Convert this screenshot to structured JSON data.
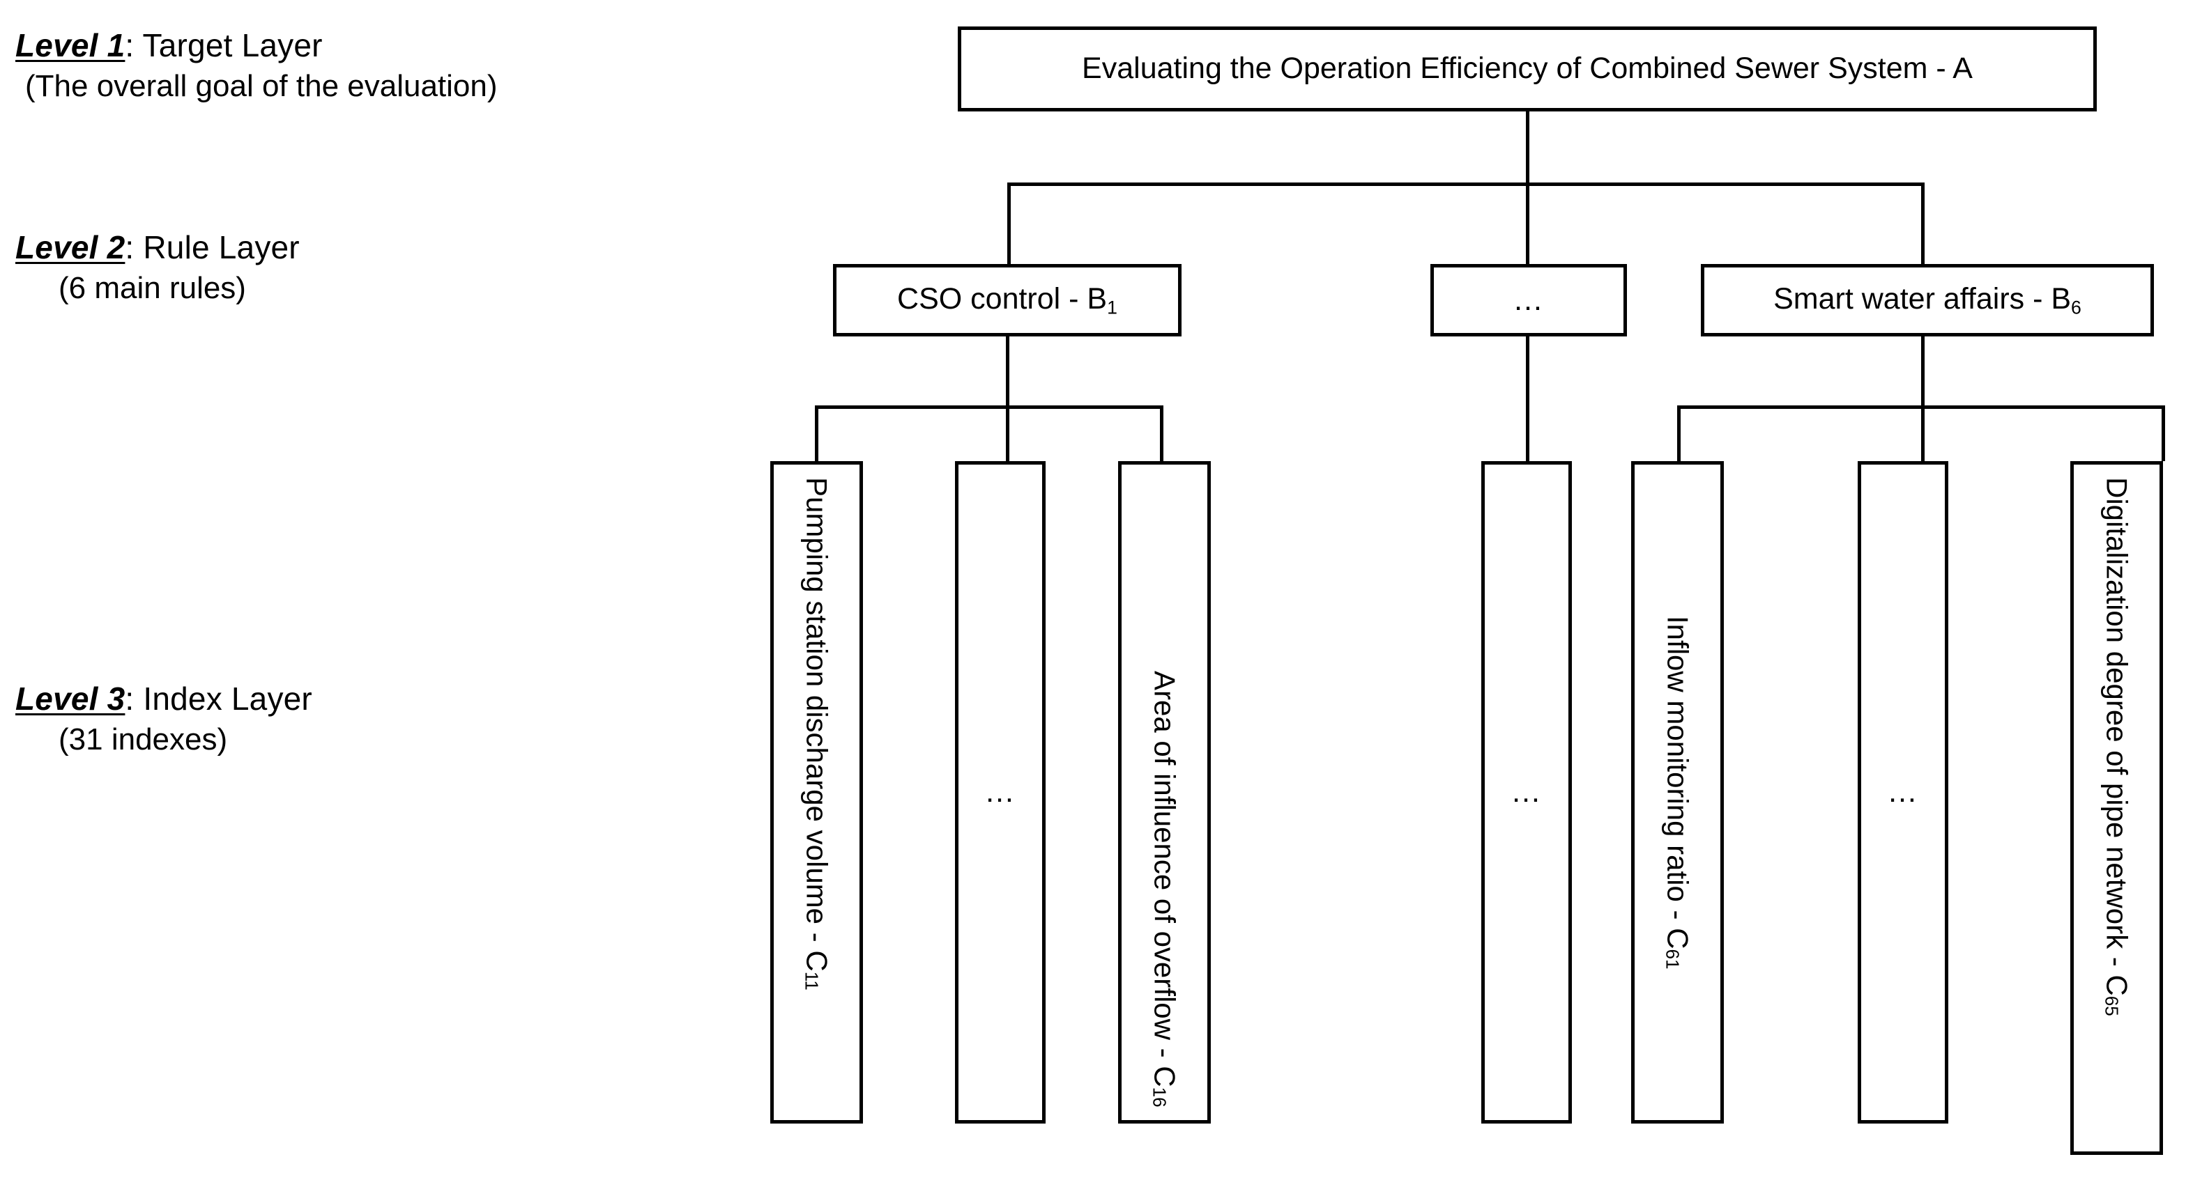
{
  "diagram": {
    "title_implicit": "AHP hierarchy for evaluating combined sewer system operation efficiency",
    "levels": [
      {
        "key": "Level 1",
        "name": "Target Layer",
        "line1_separator": ": ",
        "note": "(The overall goal of the evaluation)"
      },
      {
        "key": "Level 2",
        "name": "Rule Layer",
        "line1_separator": ": ",
        "note": "(6 main rules)"
      },
      {
        "key": "Level 3",
        "name": "Index Layer",
        "line1_separator": ": ",
        "note": "(31 indexes)"
      }
    ],
    "target_node": {
      "text": "Evaluating the Operation Efficiency of Combined Sewer System - A",
      "code": "A"
    },
    "rule_nodes": [
      {
        "text": "CSO control - B",
        "sub": "1",
        "code": "B1",
        "is_ellipsis": false
      },
      {
        "text": "…",
        "sub": "",
        "code": "",
        "is_ellipsis": true
      },
      {
        "text": "Smart water affairs - B",
        "sub": "6",
        "code": "B6",
        "is_ellipsis": false
      }
    ],
    "index_nodes": [
      {
        "text": "Pumping station discharge volume - C",
        "sub": "11",
        "code": "C11",
        "is_ellipsis": false,
        "parent": "B1"
      },
      {
        "text": "…",
        "sub": "",
        "code": "",
        "is_ellipsis": true,
        "parent": "B1"
      },
      {
        "text": "Area of influence of overflow - C",
        "sub": "16",
        "code": "C16",
        "is_ellipsis": false,
        "parent": "B1"
      },
      {
        "text": "…",
        "sub": "",
        "code": "",
        "is_ellipsis": true,
        "parent": "middle"
      },
      {
        "text": "Inflow monitoring ratio - C",
        "sub": "61",
        "code": "C61",
        "is_ellipsis": false,
        "parent": "B6"
      },
      {
        "text": "…",
        "sub": "",
        "code": "",
        "is_ellipsis": true,
        "parent": "B6"
      },
      {
        "text": "Digitalization degree of pipe network - C",
        "sub": "65",
        "code": "C65",
        "is_ellipsis": false,
        "parent": "B6"
      }
    ],
    "colors": {
      "stroke": "#000000",
      "fill": "#ffffff",
      "text": "#000000"
    }
  }
}
